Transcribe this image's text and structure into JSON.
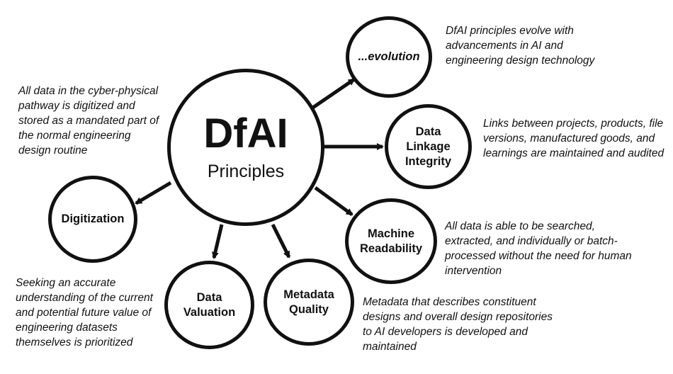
{
  "center": {
    "title": "DfAI",
    "subtitle": "Principles"
  },
  "principles": [
    {
      "label": "...evolution",
      "description": "DfAI principles evolve with advancements in AI and engineering design technology"
    },
    {
      "label": "Data Linkage Integrity",
      "description": "Links between projects, products, file versions, manufactured goods, and learnings are maintained and audited"
    },
    {
      "label": "Machine Readability",
      "description": "All data is able to be searched, extracted, and individually or batch-processed without the need for human intervention"
    },
    {
      "label": "Metadata Quality",
      "description": "Metadata that describes constituent designs and overall design repositories to AI developers is developed and maintained"
    },
    {
      "label": "Data Valuation",
      "description": "Seeking an accurate understanding of the current and potential future value of engineering datasets themselves is prioritized"
    },
    {
      "label": "Digitization",
      "description": "All data in the cyber-physical pathway is digitized and stored as a mandated part of the normal engineering design routine"
    }
  ]
}
